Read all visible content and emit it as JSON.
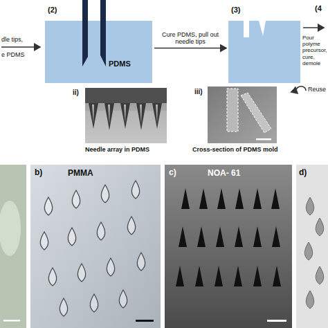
{
  "diagram": {
    "nodes": [
      {
        "text": [
          "(2)",
          "PDMS"
        ]
      },
      {
        "text": [
          "(3)"
        ]
      }
    ],
    "edges": [
      {
        "from": 0,
        "to": 1,
        "label": "Cure PDMS, pull out needle tips",
        "arrow": "to"
      }
    ],
    "labels": [
      "dle tips,",
      "e PDMS",
      "(4",
      "Pour polyme",
      "precursor,",
      "cure, demole",
      "Reuse",
      "ii)",
      "Needle array in PDMS",
      "iii)",
      "Cross-section of PDMS mold",
      "b)",
      "PMMA",
      "c)",
      "NOA- 61",
      "d)"
    ]
  }
}
